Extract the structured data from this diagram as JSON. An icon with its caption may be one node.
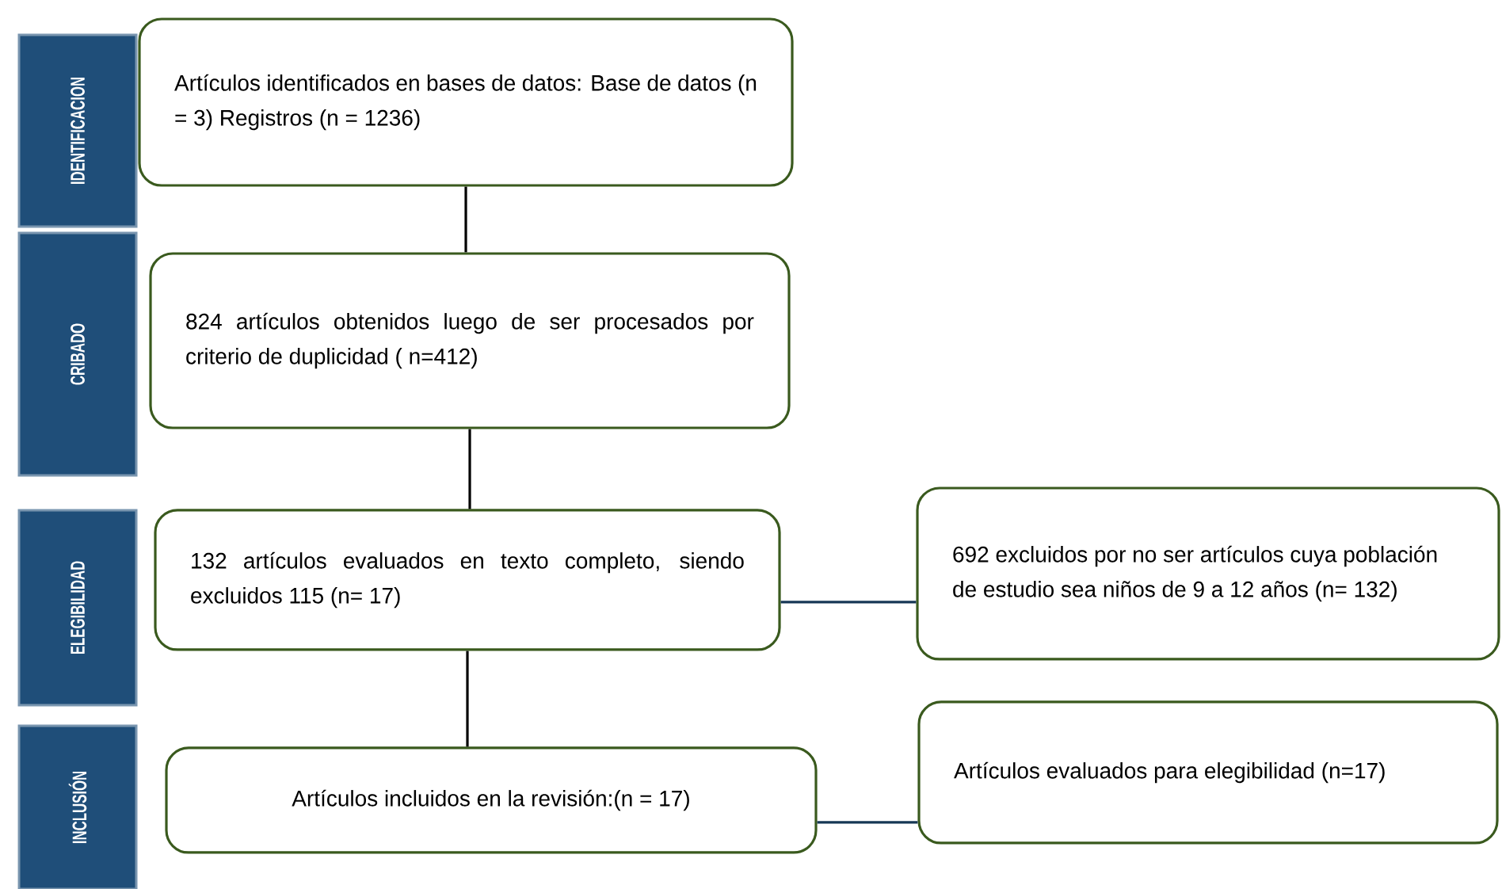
{
  "diagram": {
    "nodes": [
      {
        "text": [
          "IDENTIFICACION"
        ]
      },
      {
        "text": [
          "Artículos identificados en bases de datos: Base de datos (n = 3) Registros (n = 1236)"
        ]
      },
      {
        "text": [
          "CRIBADO"
        ]
      },
      {
        "text": [
          "824 artículos obtenidos luego de ser procesados por criterio de duplicidad ( n=412)"
        ]
      },
      {
        "text": [
          "ELEGIBILIDAD"
        ]
      },
      {
        "text": [
          "132 artículos evaluados en texto completo, siendo excluidos 115 (n= 17)"
        ]
      },
      {
        "text": [
          "692 excluidos por no ser artículos cuya población de estudio sea niños de 9 a 12 años (n= 132)"
        ]
      },
      {
        "text": [
          "INCLUSIÓN"
        ]
      },
      {
        "text": [
          "Artículos incluidos en la revisión:(n = 17)"
        ]
      },
      {
        "text": [
          "Artículos evaluados para elegibilidad (n=17)"
        ]
      }
    ],
    "edges": [
      {
        "from": 1,
        "to": 3,
        "arrow": "none"
      },
      {
        "from": 3,
        "to": 5,
        "arrow": "none"
      },
      {
        "from": 5,
        "to": 8,
        "arrow": "none"
      },
      {
        "from": 5,
        "to": 6,
        "arrow": "none"
      },
      {
        "from": 8,
        "to": 9,
        "arrow": "none"
      }
    ]
  }
}
